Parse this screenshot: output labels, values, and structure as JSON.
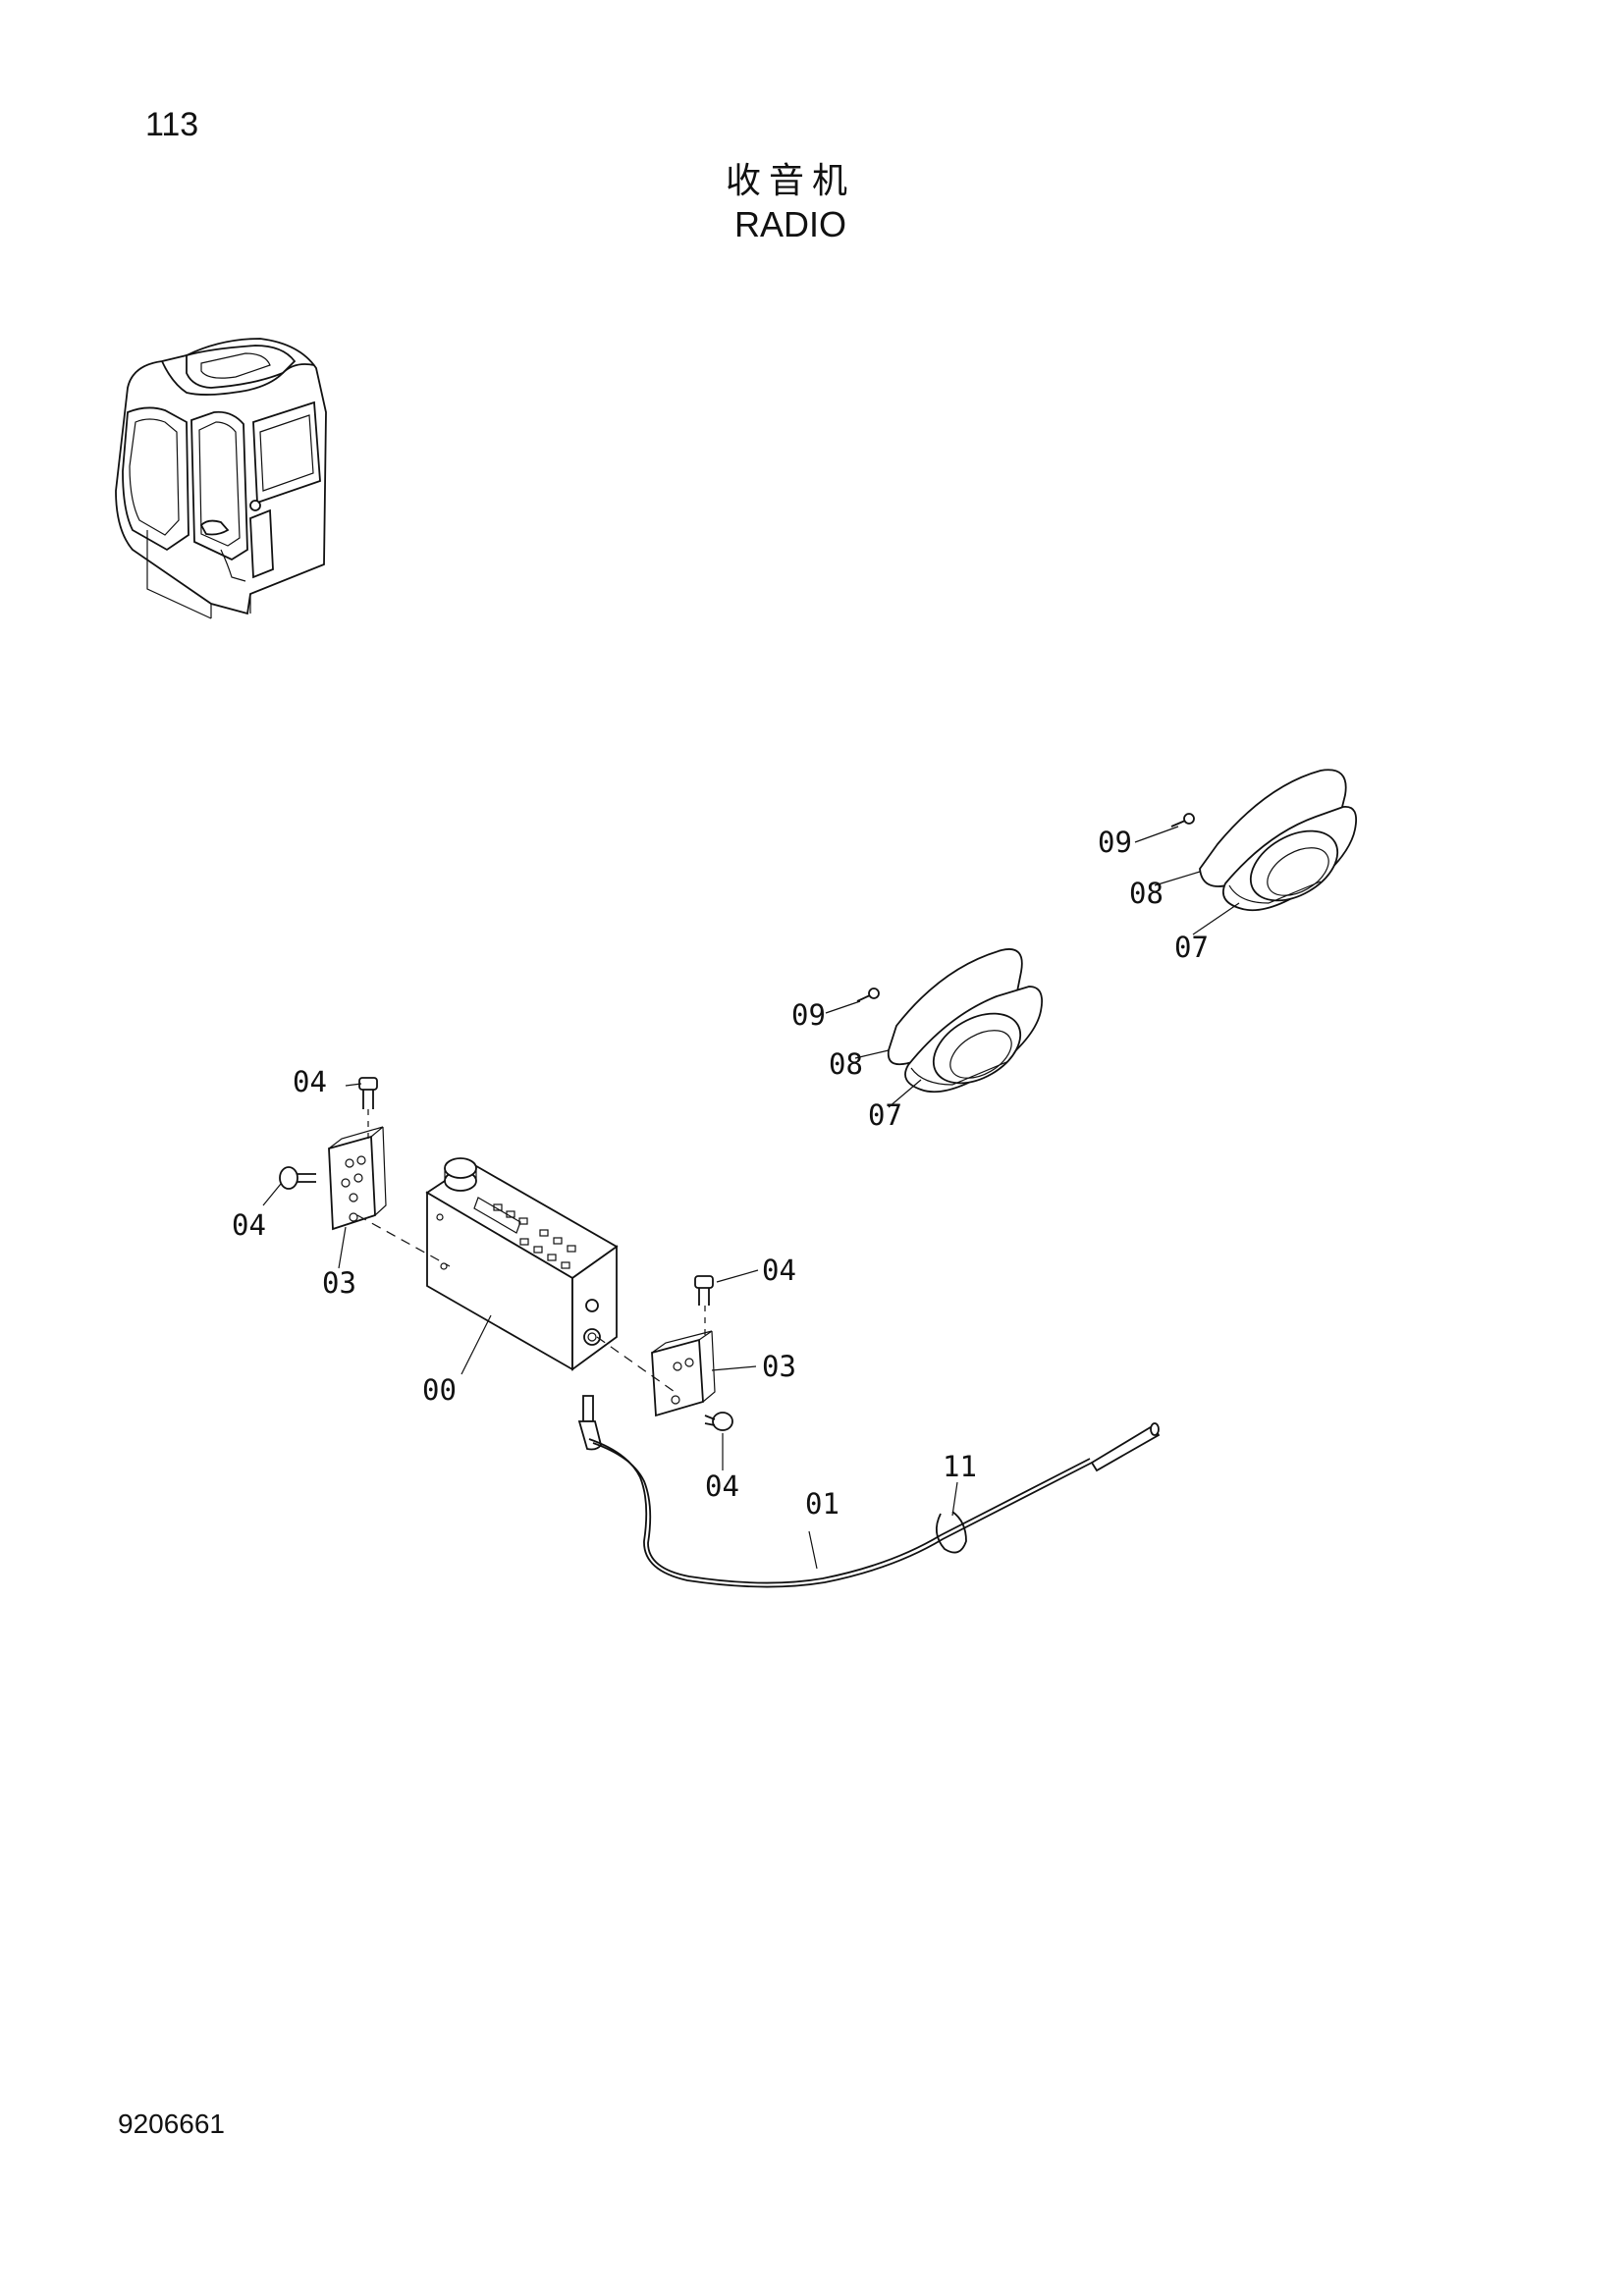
{
  "header": {
    "page_number": "113",
    "title_cn": "收音机",
    "title_en": "RADIO"
  },
  "footer": {
    "doc_number": "9206661"
  },
  "callouts": {
    "radio": "00",
    "antenna_cable": "01",
    "bracket_left": "03",
    "bracket_right": "03",
    "bolt_top_left": "04",
    "bolt_left": "04",
    "bolt_top_right": "04",
    "bolt_bottom_right": "04",
    "speaker_right": "07",
    "speaker_cover_right": "08",
    "screw_right": "09",
    "speaker_left": "07",
    "speaker_cover_left": "08",
    "screw_left": "09",
    "clamp": "11"
  }
}
